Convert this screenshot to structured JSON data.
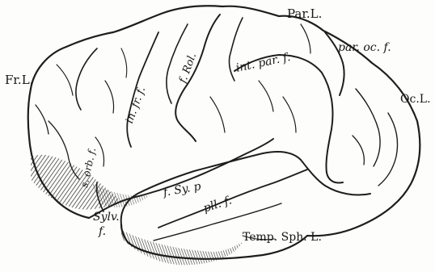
{
  "labels": {
    "par_l": "Par.L.",
    "fr_l": "Fr.L.",
    "oc_l": "Oc.L.",
    "par_oc_f": "par. oc. f.",
    "int_par_f": "int. par. f.",
    "f_rol": "f. Rol.",
    "in_fr_f": "in. fr. f.",
    "s_orb_f": "s. orb. f.",
    "f_sy_p": "f. Sy. p",
    "pll_f": "pll. f.",
    "sylv": "Sylv.",
    "f": "f.",
    "temp_sph_l": "Temp. Sph. L."
  },
  "colors": {
    "ink": "#1d1d1d",
    "paper": "#fdfdfb"
  }
}
